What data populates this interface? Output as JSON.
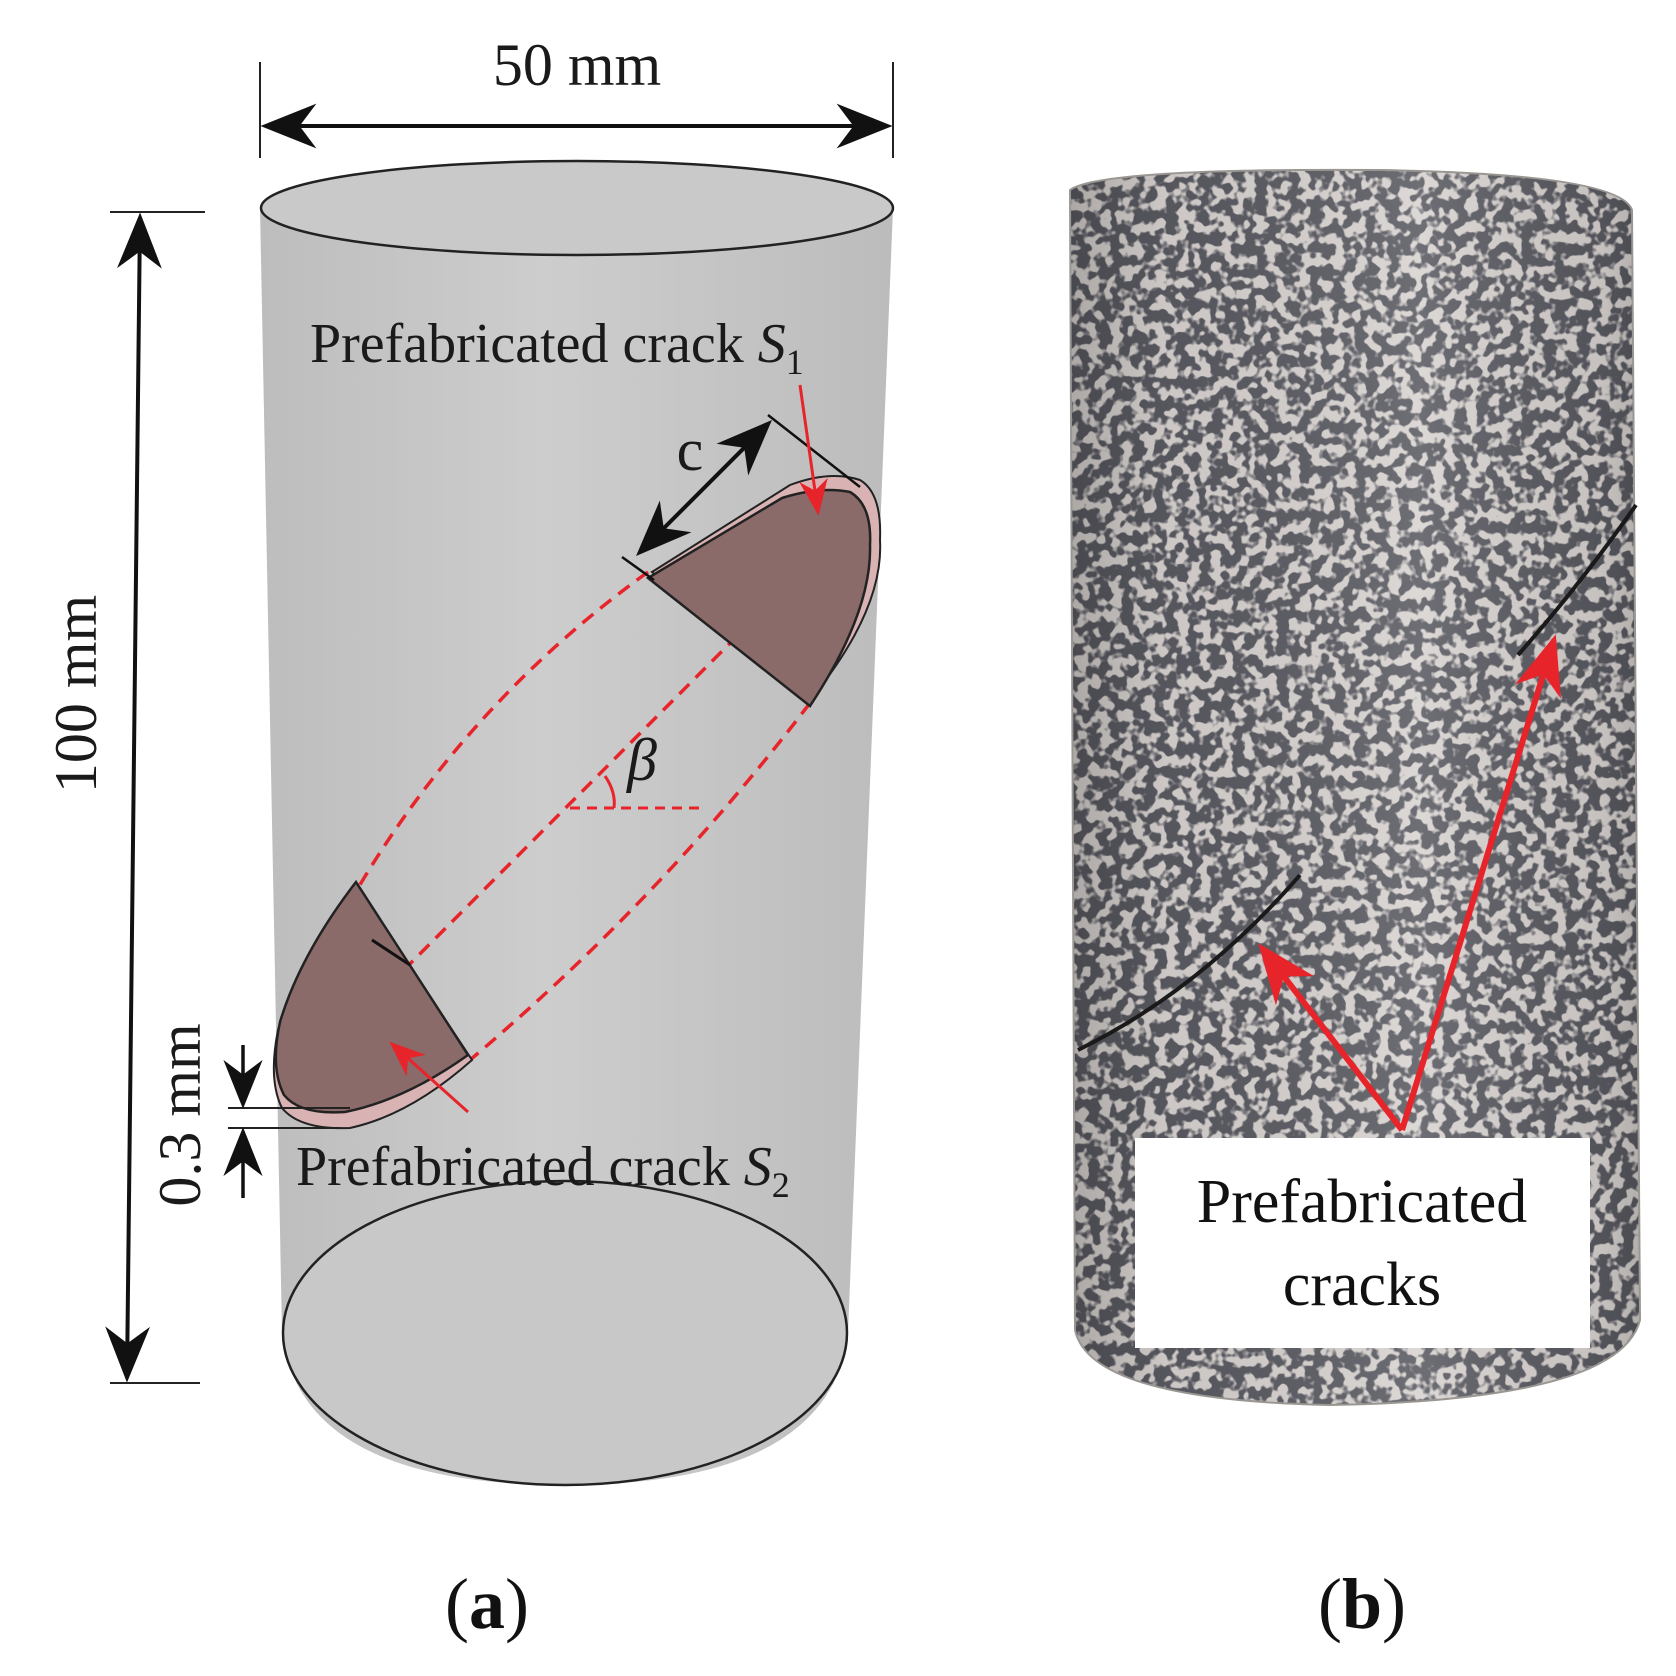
{
  "panel_a": {
    "width_label": "50 mm",
    "height_label": "100 mm",
    "thickness_label": "0.3 mm",
    "crack_s1_prefix": "Prefabricated crack ",
    "crack_s1_symbol": "S",
    "crack_s1_subscript": "1",
    "crack_s2_prefix": "Prefabricated crack ",
    "crack_s2_symbol": "S",
    "crack_s2_subscript": "2",
    "length_symbol": "c",
    "angle_symbol": "β",
    "caption_open": "(",
    "caption_letter": "a",
    "caption_close": ")"
  },
  "panel_b": {
    "callout_line1": "Prefabricated",
    "callout_line2": "cracks",
    "caption_open": "(",
    "caption_letter": "b",
    "caption_close": ")"
  },
  "colors": {
    "cylinder_fill": "#c4c4c4",
    "crack_fill": "#8b6a6a",
    "crack_rim": "#d9b3b3",
    "guide_red": "#e8242b",
    "rock_base": "#d8d3d0",
    "ink": "#111111"
  }
}
